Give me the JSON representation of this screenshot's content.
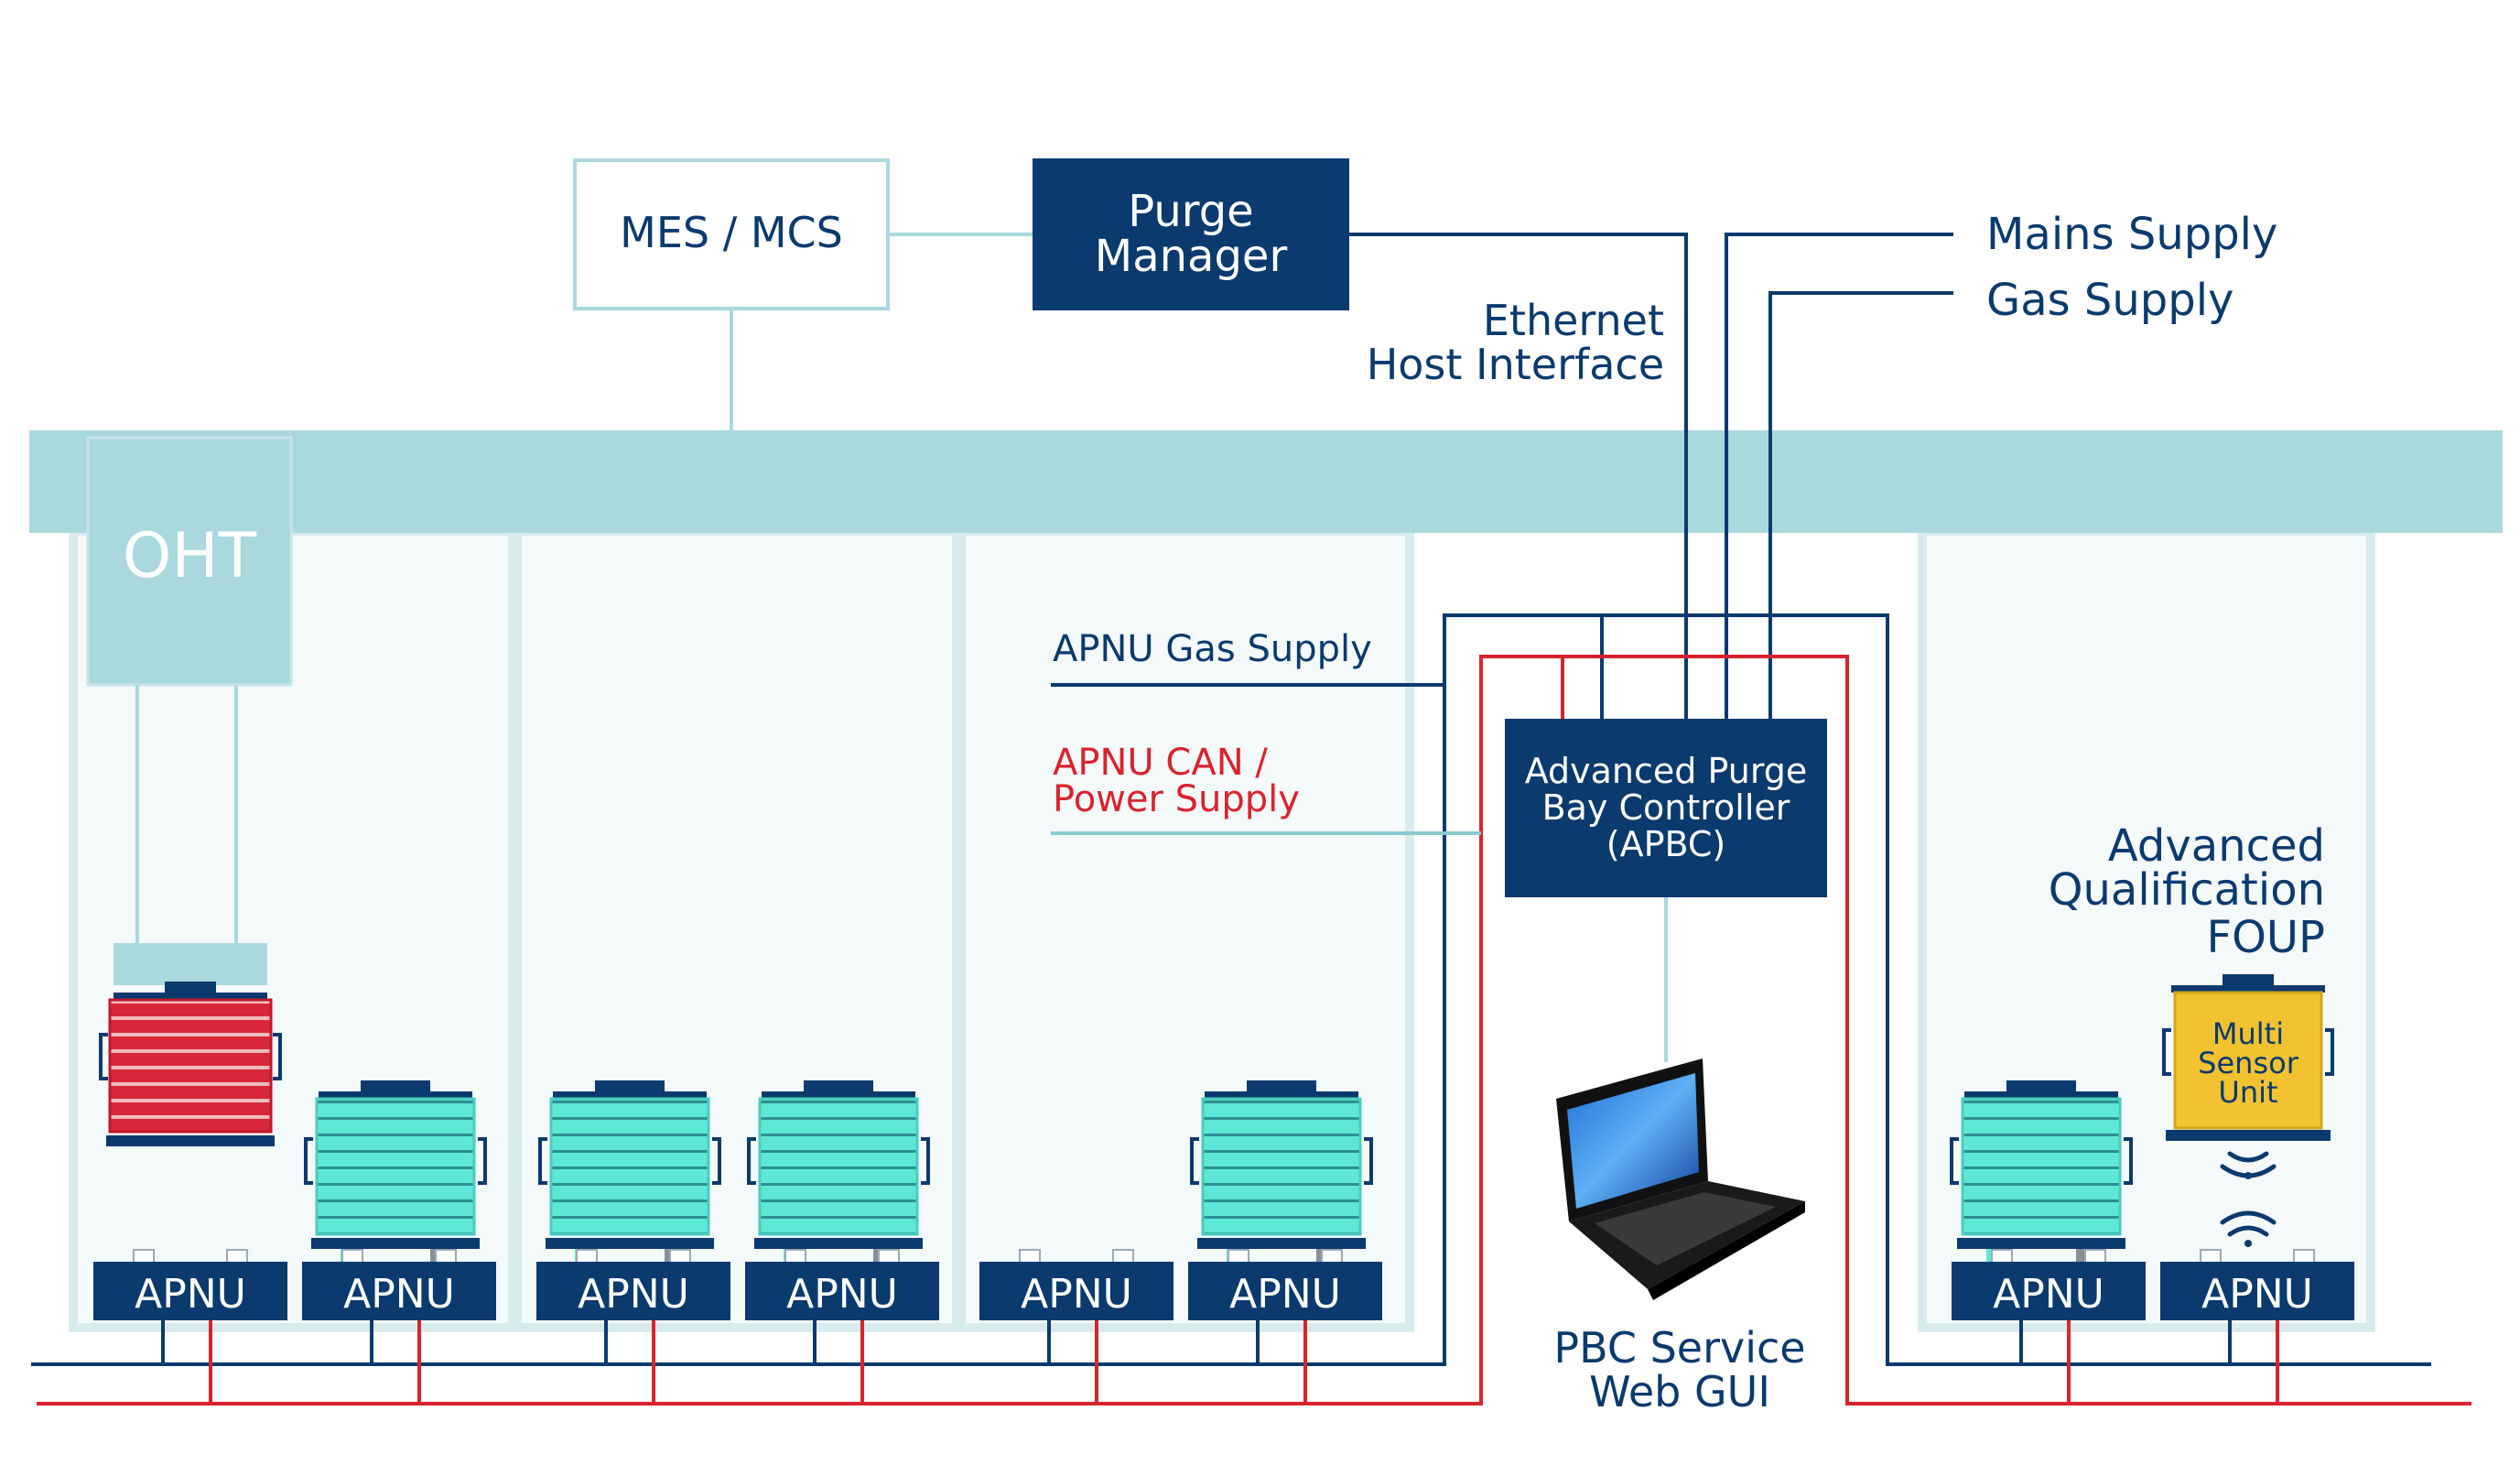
{
  "colors": {
    "navy": "#0a3a6e",
    "light_teal": "#a9d8dd",
    "rail_teal": "#8ac7ce",
    "red": "#d9232e",
    "foup_teal": "#5fe7d6",
    "foup_red": "#d9273a",
    "yellow": "#f2c230",
    "bay_fill": "#f4f9fa"
  },
  "labels": {
    "mes_mcs": "MES / MCS",
    "purge_manager_line1": "Purge",
    "purge_manager_line2": "Manager",
    "mains_supply": "Mains Supply",
    "gas_supply": "Gas Supply",
    "ethernet_line1": "Ethernet",
    "ethernet_line2": "Host Interface",
    "oht": "OHT",
    "apnu_gas_supply": "APNU Gas Supply",
    "apnu_can_line1": "APNU CAN /",
    "apnu_can_line2": "Power Supply",
    "apbc_line1": "Advanced Purge",
    "apbc_line2": "Bay Controller",
    "apbc_line3": "(APBC)",
    "aqf_line1": "Advanced",
    "aqf_line2": "Qualification",
    "aqf_line3": "FOUP",
    "msu_line1": "Multi",
    "msu_line2": "Sensor",
    "msu_line3": "Unit",
    "pbc_line1": "PBC Service",
    "pbc_line2": "Web GUI"
  },
  "apnus": [
    "APNU",
    "APNU",
    "APNU",
    "APNU",
    "APNU",
    "APNU",
    "APNU",
    "APNU"
  ],
  "icons": [
    "laptop-icon",
    "wireless-signal-icon",
    "foup-icon"
  ]
}
